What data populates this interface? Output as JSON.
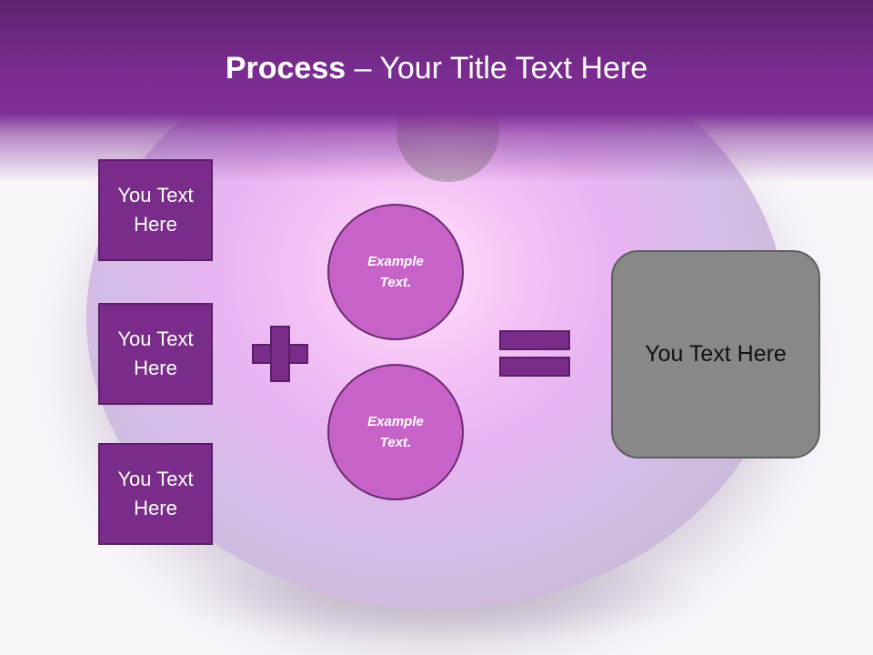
{
  "header": {
    "title_bold": "Process",
    "title_rest": " – Your Title Text Here"
  },
  "left_boxes": [
    {
      "label": "You Text Here"
    },
    {
      "label": "You Text Here"
    },
    {
      "label": "You Text Here"
    }
  ],
  "circles": [
    {
      "label": "Example Text."
    },
    {
      "label": "Example Text."
    }
  ],
  "result": {
    "label": "You Text Here"
  },
  "colors": {
    "header_purple": "#7e2f96",
    "box_purple": "#7a2c8a",
    "circle_pink": "#c763c8",
    "result_gray": "#888888"
  }
}
